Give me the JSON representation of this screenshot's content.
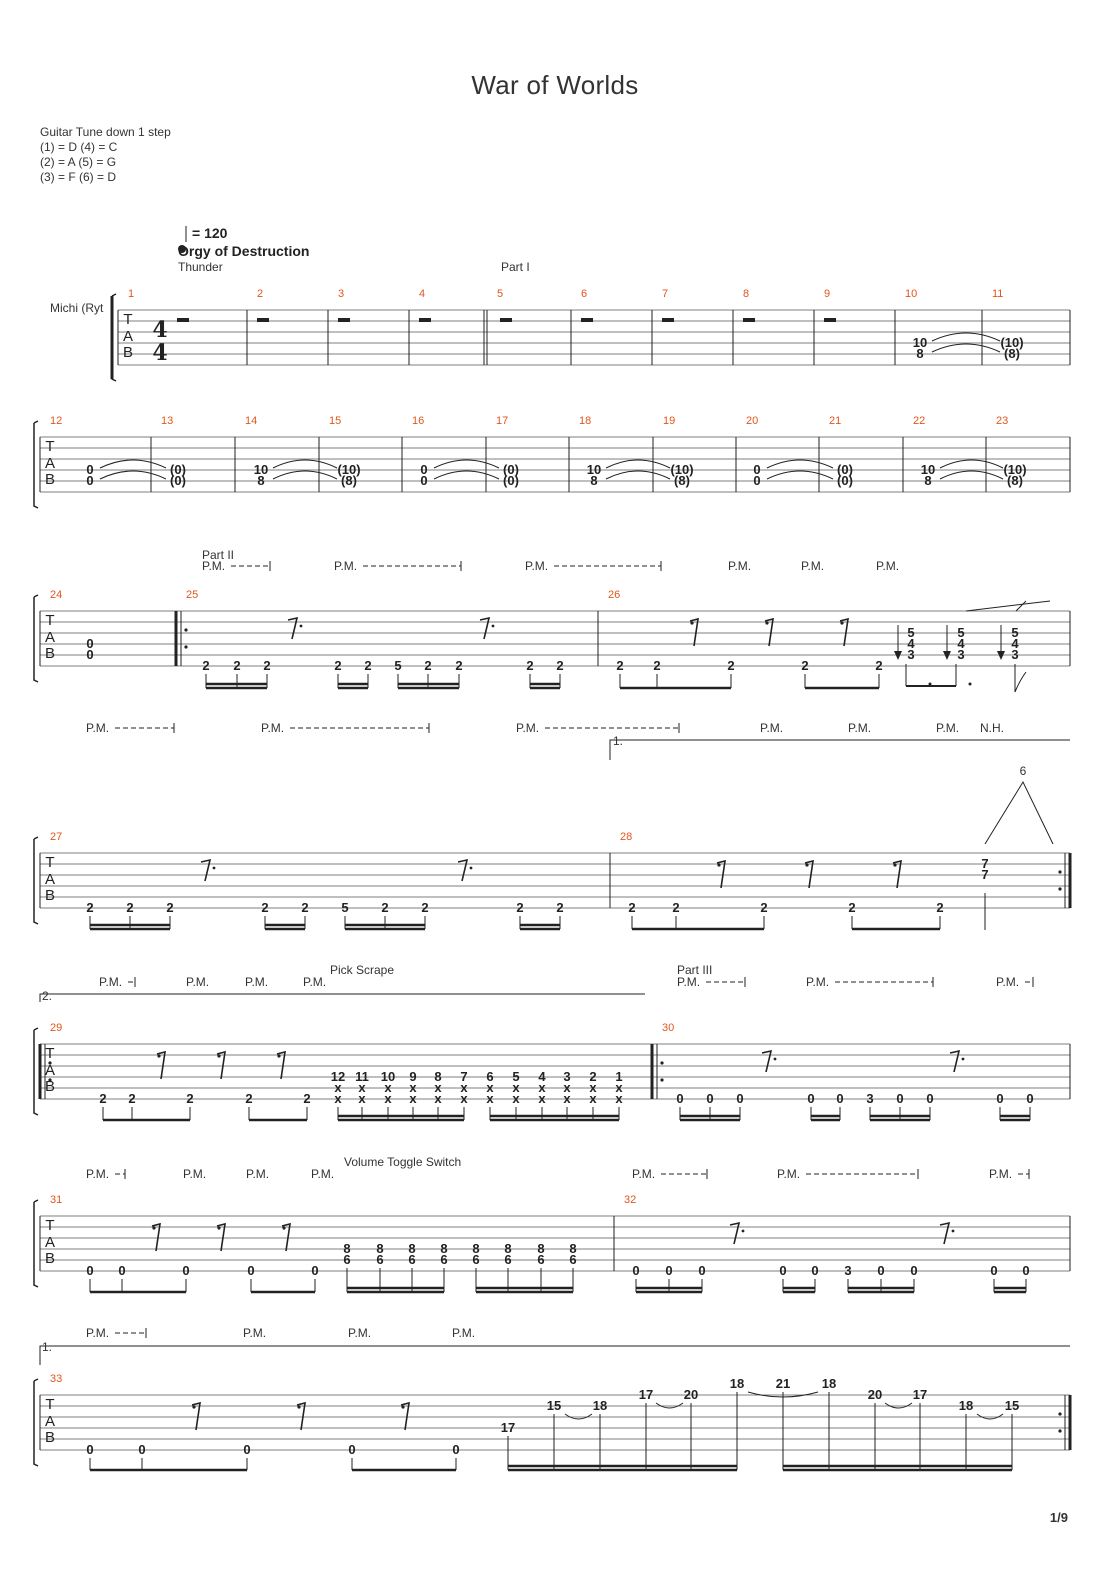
{
  "title": "War of Worlds",
  "tuning": [
    "Guitar Tune down 1 step",
    "(1) = D (4) = C",
    "(2) = A (5) = G",
    "(3) = F  (6) = D"
  ],
  "tempo": "= 120",
  "section_title": "Orgy of Destruction",
  "track_name": "Michi (Ryt",
  "time_signature": [
    "4",
    "4"
  ],
  "tab_letters": [
    "T",
    "A",
    "B"
  ],
  "page_number": "1/9",
  "text_labels": [
    {
      "id": "thunder",
      "text": "Thunder"
    },
    {
      "id": "part1",
      "text": "Part I"
    },
    {
      "id": "part2",
      "text": "Part II"
    },
    {
      "id": "part3",
      "text": "Part III"
    },
    {
      "id": "pickscrape",
      "text": "Pick Scrape"
    },
    {
      "id": "volume",
      "text": "Volume Toggle Switch"
    },
    {
      "id": "pm",
      "text": "P.M."
    },
    {
      "id": "nh",
      "text": "N.H."
    },
    {
      "id": "ending1",
      "text": "1."
    },
    {
      "id": "ending2",
      "text": "2."
    },
    {
      "id": "tuplet6",
      "text": "6"
    }
  ],
  "systems": [
    {
      "measures": [
        "1",
        "2",
        "3",
        "4",
        "5",
        "6",
        "7",
        "8",
        "9",
        "10",
        "11"
      ]
    },
    {
      "measures": [
        "12",
        "13",
        "14",
        "15",
        "16",
        "17",
        "18",
        "19",
        "20",
        "21",
        "22",
        "23"
      ]
    },
    {
      "measures": [
        "24",
        "25",
        "26"
      ]
    },
    {
      "measures": [
        "27",
        "28"
      ]
    },
    {
      "measures": [
        "29",
        "30"
      ]
    },
    {
      "measures": [
        "31",
        "32"
      ]
    },
    {
      "measures": [
        "33"
      ]
    }
  ],
  "notes": [
    {
      "sys": 0,
      "col": [
        [
          "10",
          4
        ],
        [
          "8",
          5
        ]
      ],
      "pos": "920"
    },
    {
      "sys": 0,
      "col": [
        [
          "(10)",
          4
        ],
        [
          "(8)",
          5
        ]
      ],
      "pos": "1012"
    },
    {
      "sys": 1,
      "col": [
        [
          "0",
          4
        ],
        [
          "0",
          5
        ]
      ],
      "pos": "90"
    },
    {
      "sys": 1,
      "col": [
        [
          "(0)",
          4
        ],
        [
          "(0)",
          5
        ]
      ],
      "pos": "178"
    },
    {
      "sys": 1,
      "col": [
        [
          "10",
          4
        ],
        [
          "8",
          5
        ]
      ],
      "pos": "261"
    },
    {
      "sys": 1,
      "col": [
        [
          "(10)",
          4
        ],
        [
          "(8)",
          5
        ]
      ],
      "pos": "349"
    },
    {
      "sys": 1,
      "col": [
        [
          "0",
          4
        ],
        [
          "0",
          5
        ]
      ],
      "pos": "424"
    },
    {
      "sys": 1,
      "col": [
        [
          "(0)",
          4
        ],
        [
          "(0)",
          5
        ]
      ],
      "pos": "511"
    },
    {
      "sys": 1,
      "col": [
        [
          "10",
          4
        ],
        [
          "8",
          5
        ]
      ],
      "pos": "594"
    },
    {
      "sys": 1,
      "col": [
        [
          "(10)",
          4
        ],
        [
          "(8)",
          5
        ]
      ],
      "pos": "682"
    },
    {
      "sys": 1,
      "col": [
        [
          "0",
          4
        ],
        [
          "0",
          5
        ]
      ],
      "pos": "757"
    },
    {
      "sys": 1,
      "col": [
        [
          "(0)",
          4
        ],
        [
          "(0)",
          5
        ]
      ],
      "pos": "845"
    },
    {
      "sys": 1,
      "col": [
        [
          "10",
          4
        ],
        [
          "8",
          5
        ]
      ],
      "pos": "928"
    },
    {
      "sys": 1,
      "col": [
        [
          "(10)",
          4
        ],
        [
          "(8)",
          5
        ]
      ],
      "pos": "1015"
    },
    {
      "sys": 2,
      "col": [
        [
          "0",
          4
        ],
        [
          "0",
          5
        ]
      ],
      "pos": "90"
    }
  ]
}
